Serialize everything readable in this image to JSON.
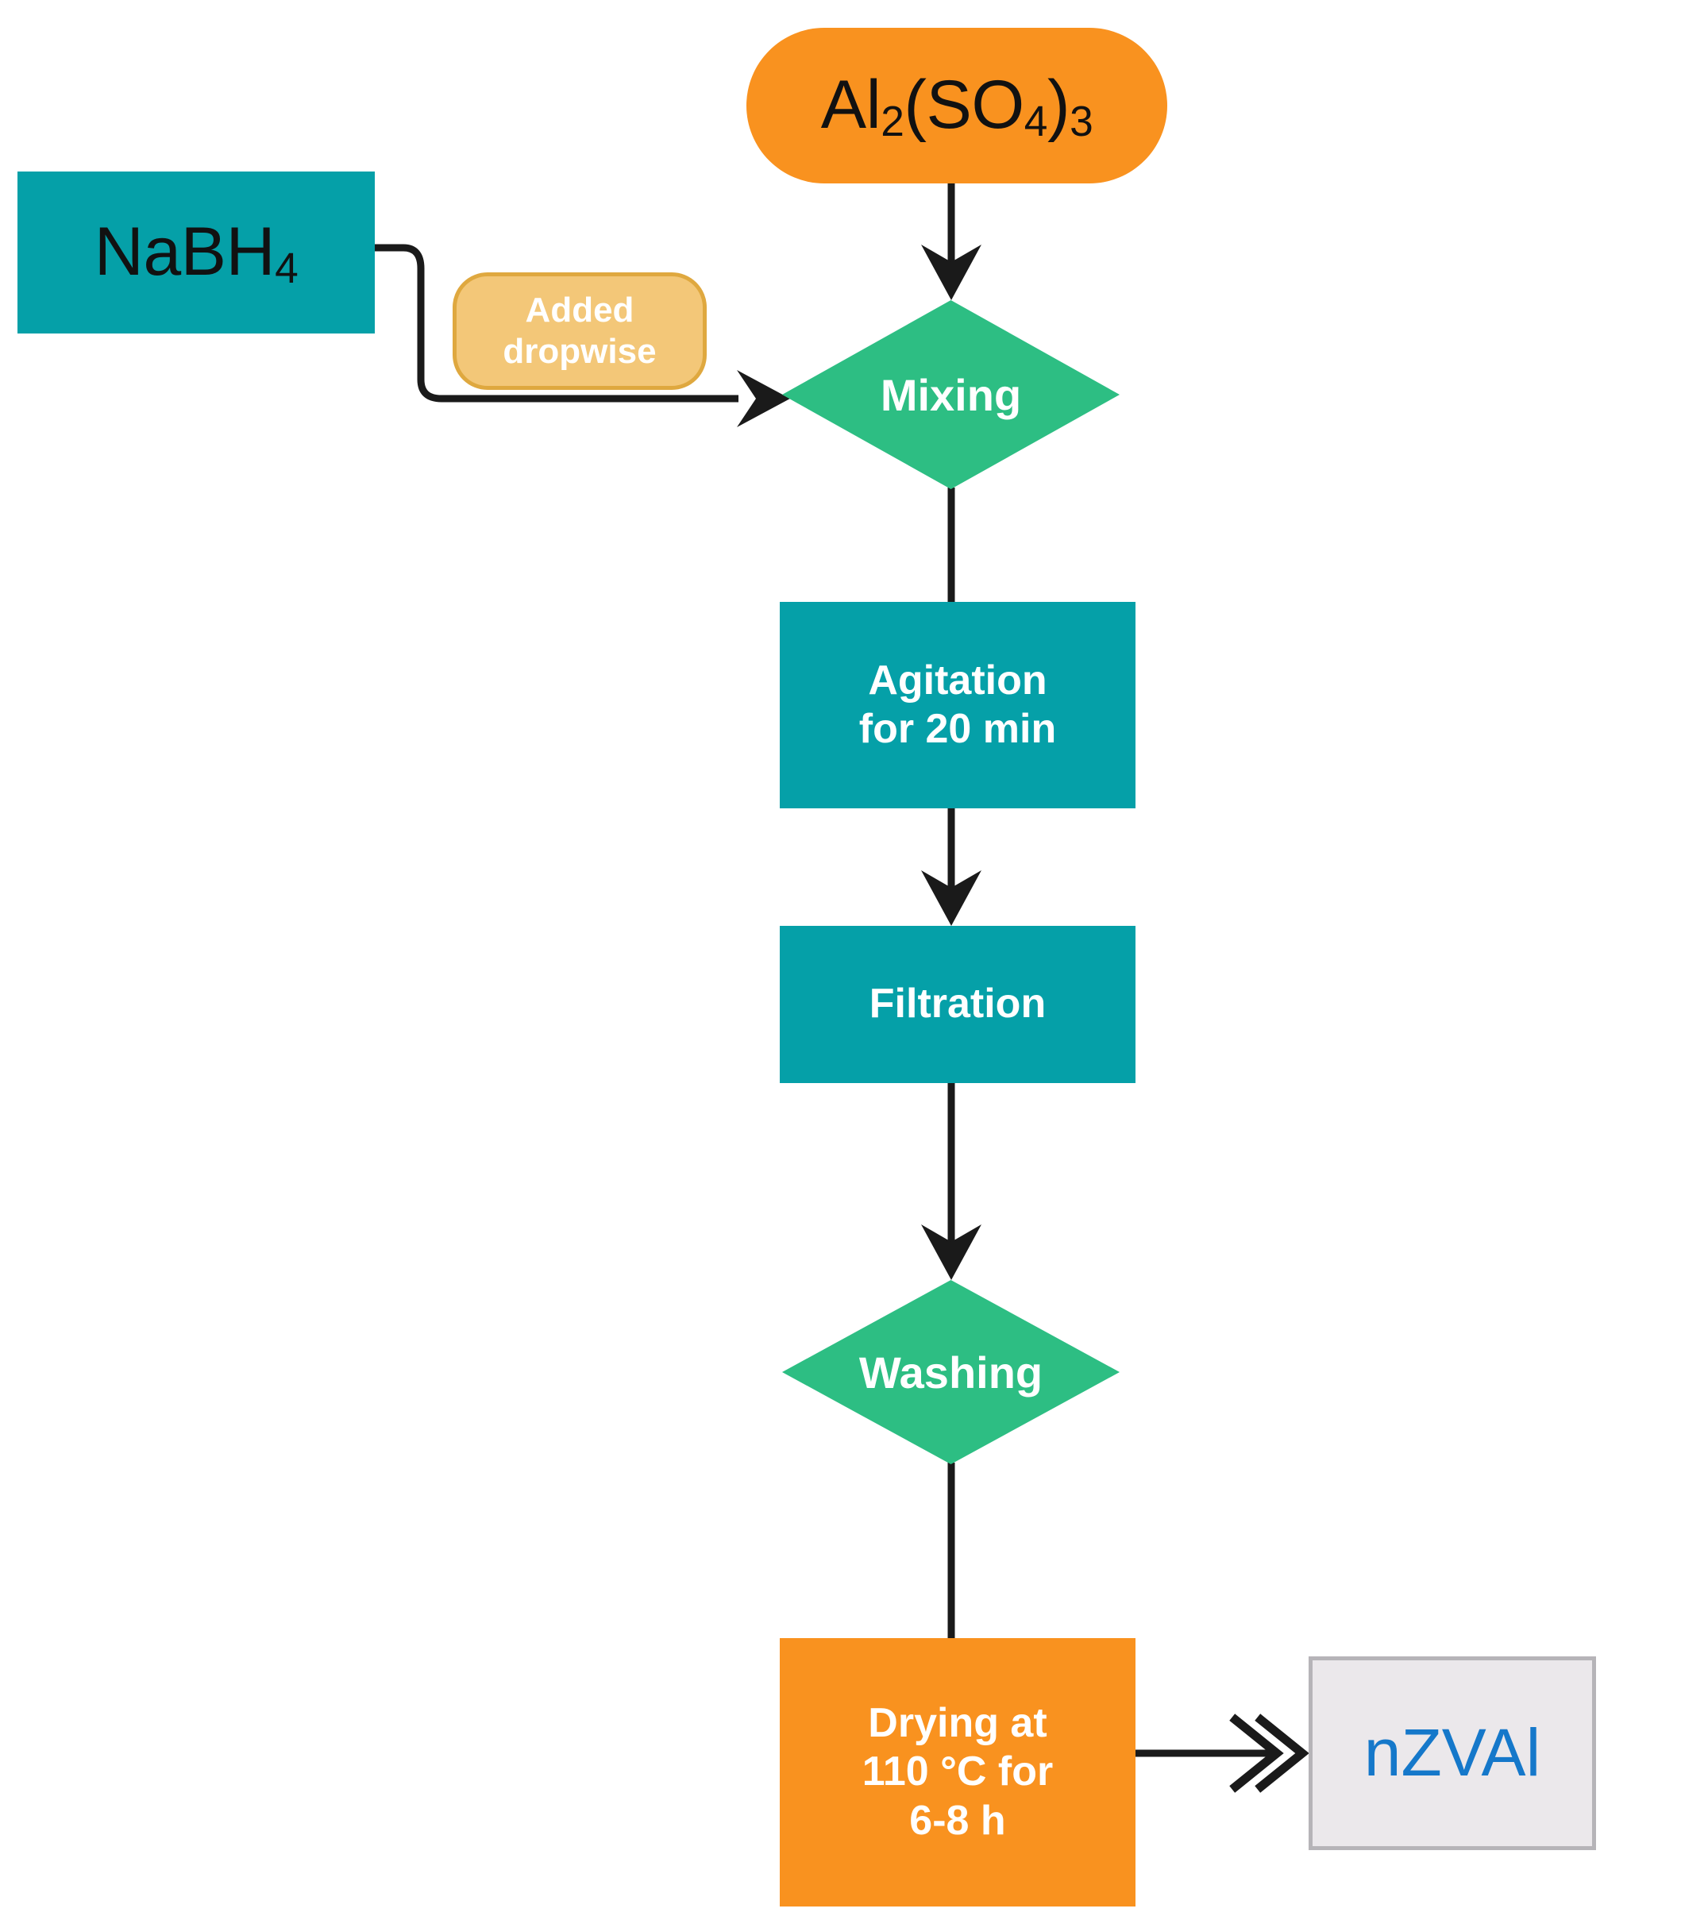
{
  "diagram": {
    "title": "nZVAl synthesis flowchart",
    "type": "process-flowchart",
    "background_color": "#FFFFFF"
  },
  "palette": {
    "orange": "#F9921F",
    "teal": "#05A0A8",
    "green": "#2DBE83",
    "tan": "#F3C778",
    "tan_border": "#DFA83F",
    "gray_fill": "#EBE8EB",
    "gray_border": "#B6B4B8",
    "blue_text": "#1578CA",
    "black_text": "#111111",
    "white_text": "#FFFFFF",
    "arrow": "#1A1A1A"
  },
  "nodes": {
    "alsulfate": {
      "id": "alsulfate",
      "shape": "rounded-pill",
      "role": "reagent-input",
      "formula_parts": [
        {
          "text": "Al",
          "sub": false
        },
        {
          "text": "2",
          "sub": true
        },
        {
          "text": "(SO",
          "sub": false
        },
        {
          "text": "4",
          "sub": true
        },
        {
          "text": ")",
          "sub": false
        },
        {
          "text": "3",
          "sub": true
        }
      ],
      "label_plain": "Al2(SO4)3",
      "fill": "#F9921F",
      "text_color": "#111111"
    },
    "nabh4": {
      "id": "nabh4",
      "shape": "rectangle",
      "role": "reagent-input",
      "formula_parts": [
        {
          "text": "NaBH",
          "sub": false
        },
        {
          "text": "4",
          "sub": true
        }
      ],
      "label_plain": "NaBH4",
      "fill": "#05A0A8",
      "text_color": "#111111"
    },
    "dropwise": {
      "id": "dropwise",
      "shape": "rounded-rect",
      "role": "edge-annotation",
      "line1": "Added",
      "line2": "dropwise",
      "fill": "#F3C778",
      "border": "#DFA83F",
      "text_color": "#FFFFFF"
    },
    "mixing": {
      "id": "mixing",
      "shape": "diamond",
      "role": "process",
      "label": "Mixing",
      "fill": "#2DBE83",
      "text_color": "#FFFFFF"
    },
    "agitation": {
      "id": "agitation",
      "shape": "rectangle",
      "role": "process",
      "line1": "Agitation",
      "line2": "for 20 min",
      "duration_value": 20,
      "duration_unit": "min",
      "fill": "#05A0A8",
      "text_color": "#FFFFFF"
    },
    "filtration": {
      "id": "filtration",
      "shape": "rectangle",
      "role": "process",
      "label": "Filtration",
      "fill": "#05A0A8",
      "text_color": "#FFFFFF"
    },
    "washing": {
      "id": "washing",
      "shape": "diamond",
      "role": "process",
      "label": "Washing",
      "fill": "#2DBE83",
      "text_color": "#FFFFFF"
    },
    "drying": {
      "id": "drying",
      "shape": "rectangle",
      "role": "process",
      "line1": "Drying at",
      "line2": "110 °C for",
      "line3": "6-8 h",
      "temperature": "110 °C",
      "duration": "6-8 h",
      "fill": "#F9921F",
      "text_color": "#FFFFFF"
    },
    "nzval": {
      "id": "nzval",
      "shape": "rectangle",
      "role": "product-output",
      "label": "nZVAl",
      "fill": "#EBE8EB",
      "border": "#B6B4B8",
      "text_color": "#1578CA"
    }
  },
  "edges": [
    {
      "id": "e1",
      "from": "alsulfate",
      "to": "mixing",
      "style": "straight-down",
      "arrowhead": "barbed"
    },
    {
      "id": "e2",
      "from": "nabh4",
      "to": "mixing",
      "style": "elbow-right",
      "arrowhead": "barbed",
      "annotation": "dropwise"
    },
    {
      "id": "e3",
      "from": "mixing",
      "to": "agitation",
      "style": "straight-down",
      "arrowhead": "none"
    },
    {
      "id": "e4",
      "from": "agitation",
      "to": "filtration",
      "style": "straight-down",
      "arrowhead": "barbed"
    },
    {
      "id": "e5",
      "from": "filtration",
      "to": "washing",
      "style": "straight-down",
      "arrowhead": "barbed"
    },
    {
      "id": "e6",
      "from": "washing",
      "to": "drying",
      "style": "straight-down",
      "arrowhead": "none"
    },
    {
      "id": "e7",
      "from": "drying",
      "to": "nzval",
      "style": "straight-right",
      "arrowhead": "double-chevron"
    }
  ]
}
